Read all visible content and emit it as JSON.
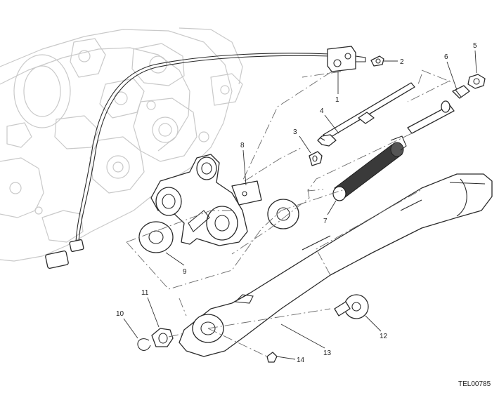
{
  "diagram": {
    "reference_code": "TEL00785",
    "callouts": [
      "1",
      "2",
      "3",
      "4",
      "5",
      "6",
      "7",
      "8",
      "9",
      "10",
      "11",
      "12",
      "13",
      "14"
    ]
  }
}
